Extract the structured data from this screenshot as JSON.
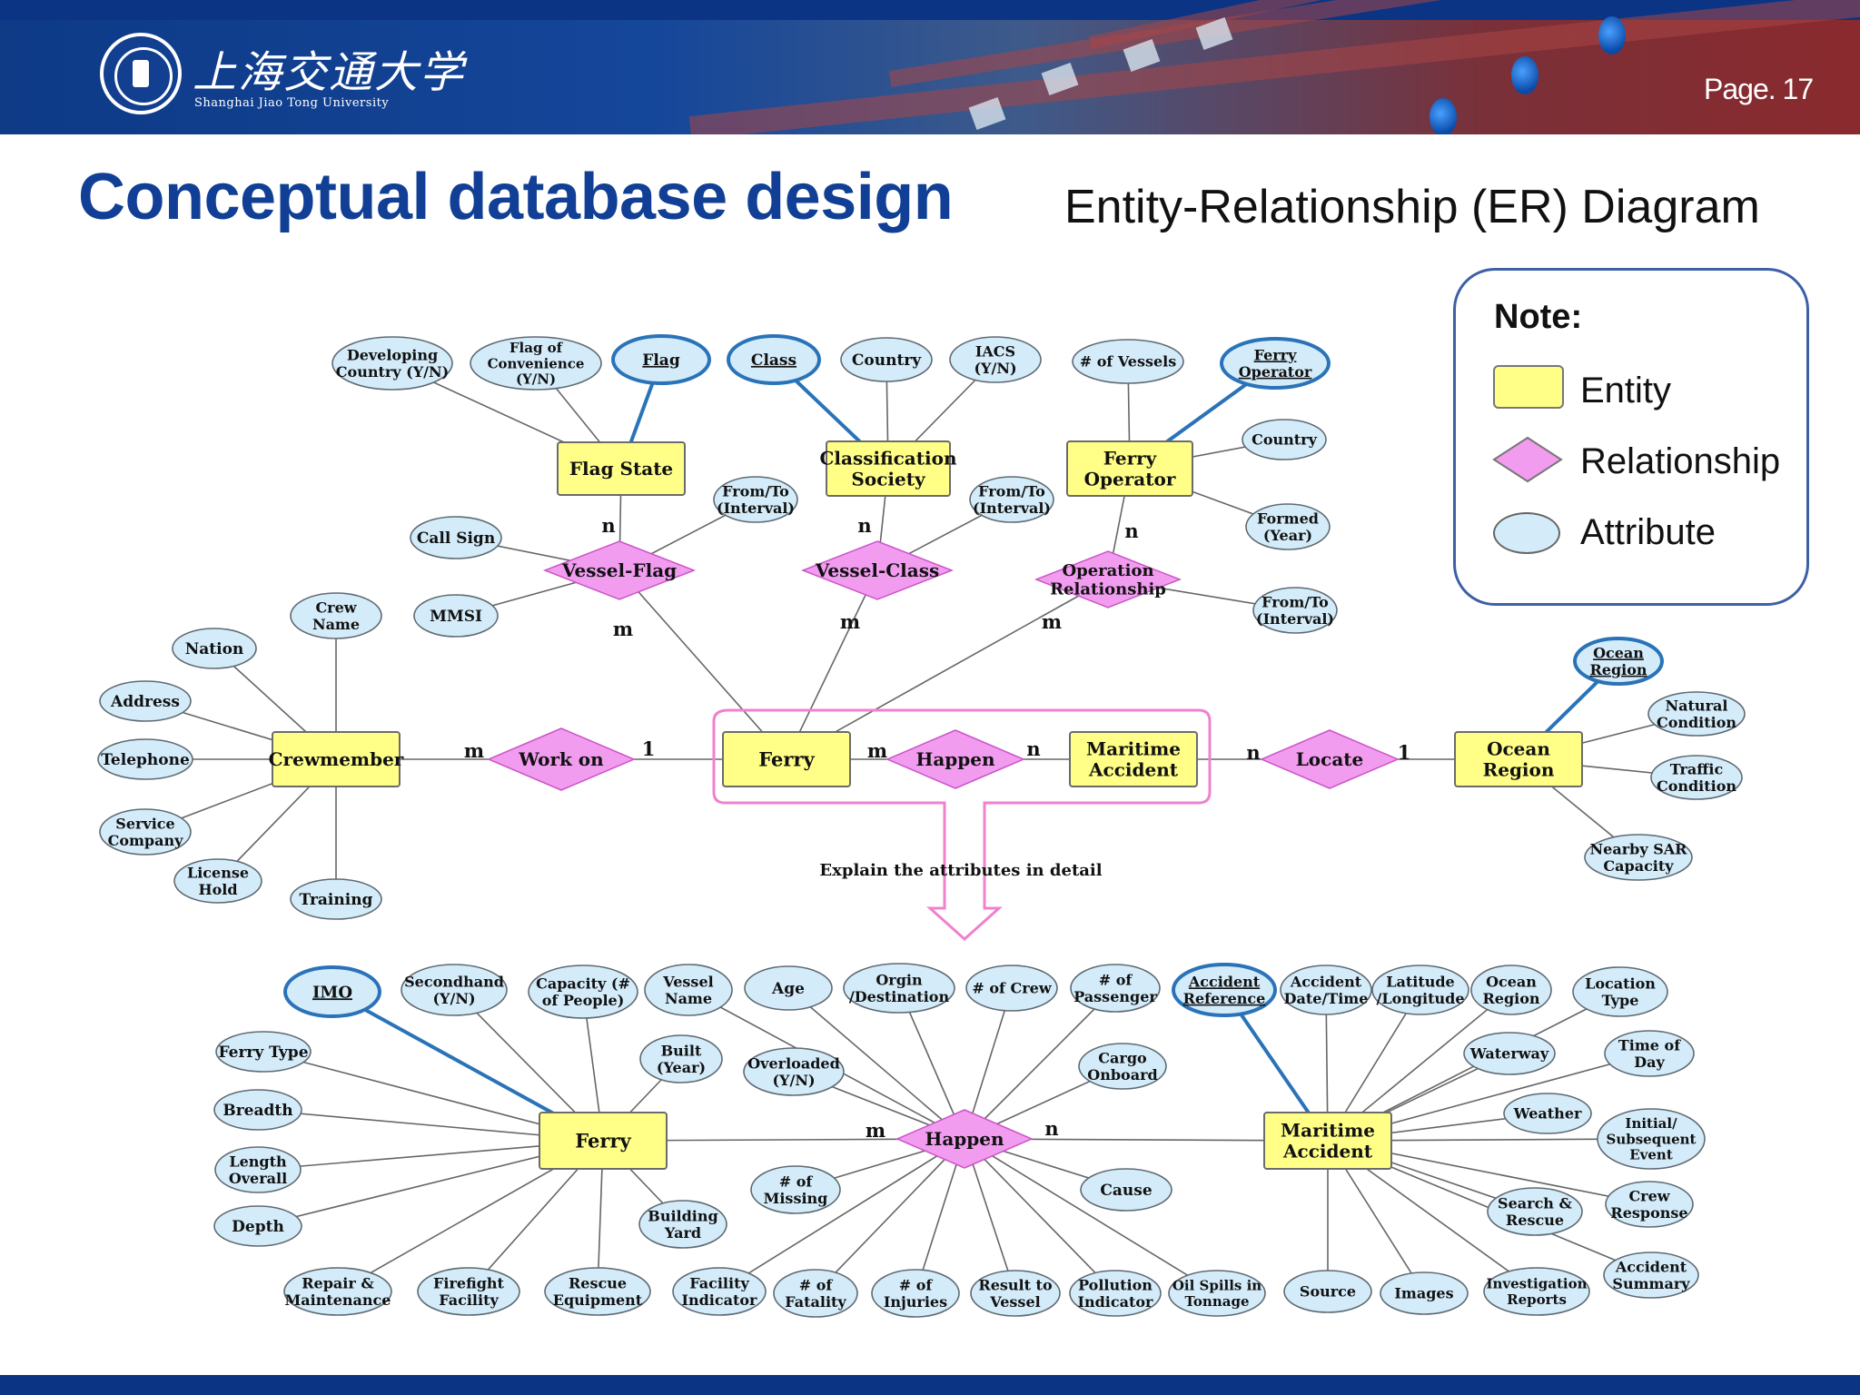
{
  "header": {
    "logo_cn": "上海交通大学",
    "logo_en": "Shanghai Jiao Tong University",
    "page_number": "Page. 17"
  },
  "title": "Conceptual database design",
  "subtitle": "Entity-Relationship (ER) Diagram",
  "note": {
    "title": "Note:",
    "legend": {
      "entity": "Entity",
      "relationship": "Relationship",
      "attribute": "Attribute"
    }
  },
  "colors": {
    "brand_blue": "#103f95",
    "entity_fill": "#ffff88",
    "relationship_fill": "#f29cf0",
    "attribute_fill": "#d4ecfa",
    "key_attribute_border": "#2a73b8",
    "highlight_pink": "#f080d0"
  },
  "callout": "Explain the attributes in detail",
  "top_diagram": {
    "entities": [
      {
        "id": "flag_state",
        "text": "Flag State"
      },
      {
        "id": "class_society",
        "text": "Classification\nSociety"
      },
      {
        "id": "ferry_operator",
        "text": "Ferry\nOperator"
      },
      {
        "id": "crewmember",
        "text": "Crewmember"
      },
      {
        "id": "ferry",
        "text": "Ferry"
      },
      {
        "id": "maritime_accident",
        "text": "Maritime\nAccident"
      },
      {
        "id": "ocean_region",
        "text": "Ocean\nRegion"
      }
    ],
    "relationships": [
      {
        "id": "vessel_flag",
        "text": "Vessel-Flag"
      },
      {
        "id": "vessel_class",
        "text": "Vessel-Class"
      },
      {
        "id": "operation_rel",
        "text": "Operation\nRelationship"
      },
      {
        "id": "work_on",
        "text": "Work on"
      },
      {
        "id": "happen",
        "text": "Happen"
      },
      {
        "id": "locate",
        "text": "Locate"
      }
    ],
    "attributes": [
      {
        "id": "developing_country",
        "text": "Developing\nCountry (Y/N)"
      },
      {
        "id": "flag_of_convenience",
        "text": "Flag of\nConvenience\n(Y/N)"
      },
      {
        "id": "flag",
        "text": "Flag",
        "key": true
      },
      {
        "id": "class",
        "text": "Class",
        "key": true
      },
      {
        "id": "country_cs",
        "text": "Country"
      },
      {
        "id": "iacs",
        "text": "IACS\n(Y/N)"
      },
      {
        "id": "num_vessels",
        "text": "# of Vessels"
      },
      {
        "id": "ferry_operator_attr",
        "text": "Ferry\nOperator",
        "key": true
      },
      {
        "id": "country_fo",
        "text": "Country"
      },
      {
        "id": "formed_year",
        "text": "Formed\n(Year)"
      },
      {
        "id": "from_to_vf",
        "text": "From/To\n(Interval)"
      },
      {
        "id": "from_to_vc",
        "text": "From/To\n(Interval)"
      },
      {
        "id": "from_to_op",
        "text": "From/To\n(Interval)"
      },
      {
        "id": "call_sign",
        "text": "Call Sign"
      },
      {
        "id": "mmsi",
        "text": "MMSI"
      },
      {
        "id": "crew_name",
        "text": "Crew\nName"
      },
      {
        "id": "nation",
        "text": "Nation"
      },
      {
        "id": "address",
        "text": "Address"
      },
      {
        "id": "telephone",
        "text": "Telephone"
      },
      {
        "id": "service_company",
        "text": "Service\nCompany"
      },
      {
        "id": "license_hold",
        "text": "License\nHold"
      },
      {
        "id": "training",
        "text": "Training"
      },
      {
        "id": "ocean_region_attr",
        "text": "Ocean\nRegion",
        "key": true
      },
      {
        "id": "natural_condition",
        "text": "Natural\nCondition"
      },
      {
        "id": "traffic_condition",
        "text": "Traffic\nCondition"
      },
      {
        "id": "nearby_sar",
        "text": "Nearby SAR\nCapacity"
      }
    ],
    "cardinalities": [
      {
        "id": "c1",
        "text": "n"
      },
      {
        "id": "c2",
        "text": "m"
      },
      {
        "id": "c3",
        "text": "n"
      },
      {
        "id": "c4",
        "text": "m"
      },
      {
        "id": "c5",
        "text": "n"
      },
      {
        "id": "c6",
        "text": "m"
      },
      {
        "id": "c7",
        "text": "m"
      },
      {
        "id": "c8",
        "text": "1"
      },
      {
        "id": "c9",
        "text": "m"
      },
      {
        "id": "c10",
        "text": "n"
      },
      {
        "id": "c11",
        "text": "n"
      },
      {
        "id": "c12",
        "text": "1"
      }
    ]
  },
  "bottom_diagram": {
    "entities": [
      {
        "id": "ferry",
        "text": "Ferry"
      },
      {
        "id": "maritime_accident",
        "text": "Maritime\nAccident"
      }
    ],
    "relationships": [
      {
        "id": "happen",
        "text": "Happen"
      }
    ],
    "attributes": [
      {
        "id": "imo",
        "text": "IMO",
        "key": true
      },
      {
        "id": "secondhand",
        "text": "Secondhand\n(Y/N)"
      },
      {
        "id": "capacity",
        "text": "Capacity (#\nof People)"
      },
      {
        "id": "vessel_name",
        "text": "Vessel\nName"
      },
      {
        "id": "built_year",
        "text": "Built\n(Year)"
      },
      {
        "id": "ferry_type",
        "text": "Ferry Type"
      },
      {
        "id": "breadth",
        "text": "Breadth"
      },
      {
        "id": "length_overall",
        "text": "Length\nOverall"
      },
      {
        "id": "depth",
        "text": "Depth"
      },
      {
        "id": "repair_maintenance",
        "text": "Repair &\nMaintenance"
      },
      {
        "id": "firefight_facility",
        "text": "Firefight\nFacility"
      },
      {
        "id": "rescue_equipment",
        "text": "Rescue\nEquipment"
      },
      {
        "id": "building_yard",
        "text": "Building\nYard"
      },
      {
        "id": "age",
        "text": "Age"
      },
      {
        "id": "origin_destination",
        "text": "Orgin\n/Destination"
      },
      {
        "id": "num_crew",
        "text": "# of Crew"
      },
      {
        "id": "num_passenger",
        "text": "# of\nPassenger"
      },
      {
        "id": "overloaded",
        "text": "Overloaded\n(Y/N)"
      },
      {
        "id": "cargo_onboard",
        "text": "Cargo\nOnboard"
      },
      {
        "id": "num_missing",
        "text": "# of\nMissing"
      },
      {
        "id": "cause",
        "text": "Cause"
      },
      {
        "id": "facility_indicator",
        "text": "Facility\nIndicator"
      },
      {
        "id": "num_fatality",
        "text": "# of\nFatality"
      },
      {
        "id": "num_injuries",
        "text": "# of\nInjuries"
      },
      {
        "id": "result_to_vessel",
        "text": "Result to\nVessel"
      },
      {
        "id": "pollution_indicator",
        "text": "Pollution\nIndicator"
      },
      {
        "id": "oil_spills",
        "text": "Oil Spills in\nTonnage"
      },
      {
        "id": "accident_reference",
        "text": "Accident\nReference",
        "key": true
      },
      {
        "id": "accident_datetime",
        "text": "Accident\nDate/Time"
      },
      {
        "id": "lat_long",
        "text": "Latitude\n/Longitude"
      },
      {
        "id": "ocean_region",
        "text": "Ocean\nRegion"
      },
      {
        "id": "location_type",
        "text": "Location\nType"
      },
      {
        "id": "waterway",
        "text": "Waterway"
      },
      {
        "id": "time_of_day",
        "text": "Time of\nDay"
      },
      {
        "id": "weather",
        "text": "Weather"
      },
      {
        "id": "initial_event",
        "text": "Initial/\nSubsequent\nEvent"
      },
      {
        "id": "search_rescue",
        "text": "Search &\nRescue"
      },
      {
        "id": "crew_response",
        "text": "Crew\nResponse"
      },
      {
        "id": "accident_summary",
        "text": "Accident\nSummary"
      },
      {
        "id": "source",
        "text": "Source"
      },
      {
        "id": "images",
        "text": "Images"
      },
      {
        "id": "investigation_reports",
        "text": "Investigation\nReports"
      }
    ],
    "cardinalities": [
      {
        "id": "b1",
        "text": "m"
      },
      {
        "id": "b2",
        "text": "n"
      }
    ]
  }
}
